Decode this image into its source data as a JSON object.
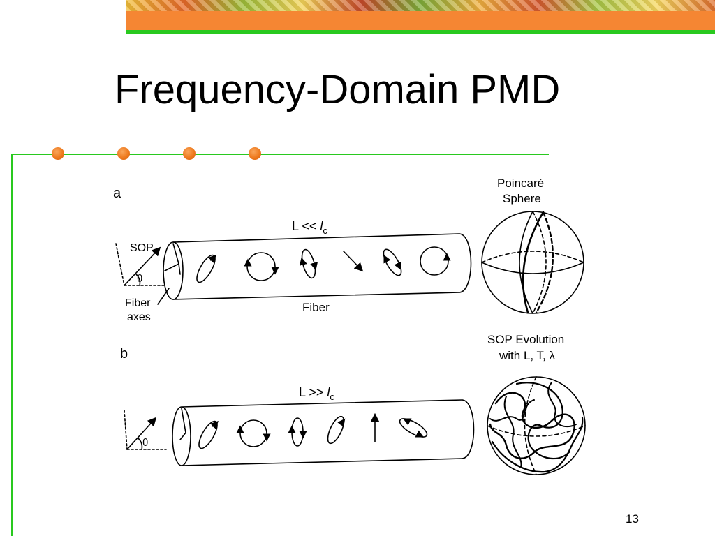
{
  "slide": {
    "title": "Frequency-Domain PMD",
    "page_number": "13"
  },
  "figure": {
    "panel_a": {
      "letter": "a",
      "condition_main": "L << ",
      "condition_var": "l",
      "condition_sub": "c",
      "sop_label": "SOP",
      "angle_label": "θ",
      "fiber_axes_line1": "Fiber",
      "fiber_axes_line2": "axes",
      "fiber_label": "Fiber",
      "sphere_title_line1": "Poincaré",
      "sphere_title_line2": "Sphere"
    },
    "panel_b": {
      "letter": "b",
      "condition_main": "L >> ",
      "condition_var": "l",
      "condition_sub": "c",
      "angle_label": "θ",
      "sphere_title_line1": "SOP Evolution",
      "sphere_title_line2": "with L, T, λ"
    }
  },
  "colors": {
    "accent_orange": "#f58633",
    "accent_green": "#29c91f",
    "bullet_orange": "#ee7a1e"
  }
}
